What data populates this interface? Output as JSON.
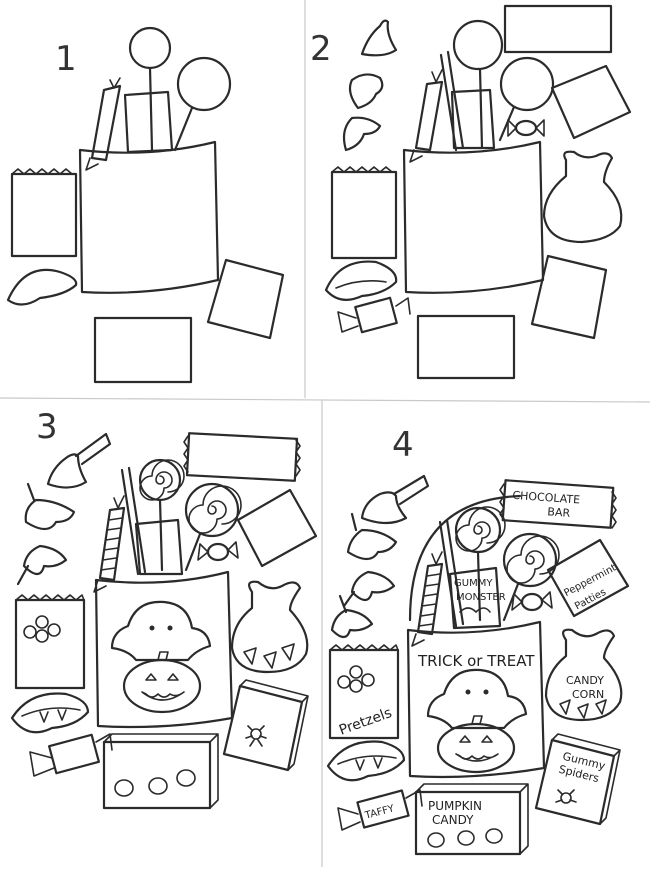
{
  "panels": [
    {
      "step": "1",
      "labels": []
    },
    {
      "step": "2",
      "labels": []
    },
    {
      "step": "3",
      "labels": []
    },
    {
      "step": "4",
      "labels": [
        "CHOCOLATE",
        "BAR",
        "GUMMY",
        "MONSTER",
        "Peppermint",
        "Patties",
        "TRICK or TREAT",
        "Pretzels",
        "CANDY",
        "CORN",
        "Gummy",
        "Spiders",
        "TAFFY",
        "PUMPKIN",
        "CANDY"
      ]
    }
  ],
  "colors": {
    "line": "#2b2b2b",
    "divider": "#c9c9c9",
    "background": "#ffffff"
  }
}
